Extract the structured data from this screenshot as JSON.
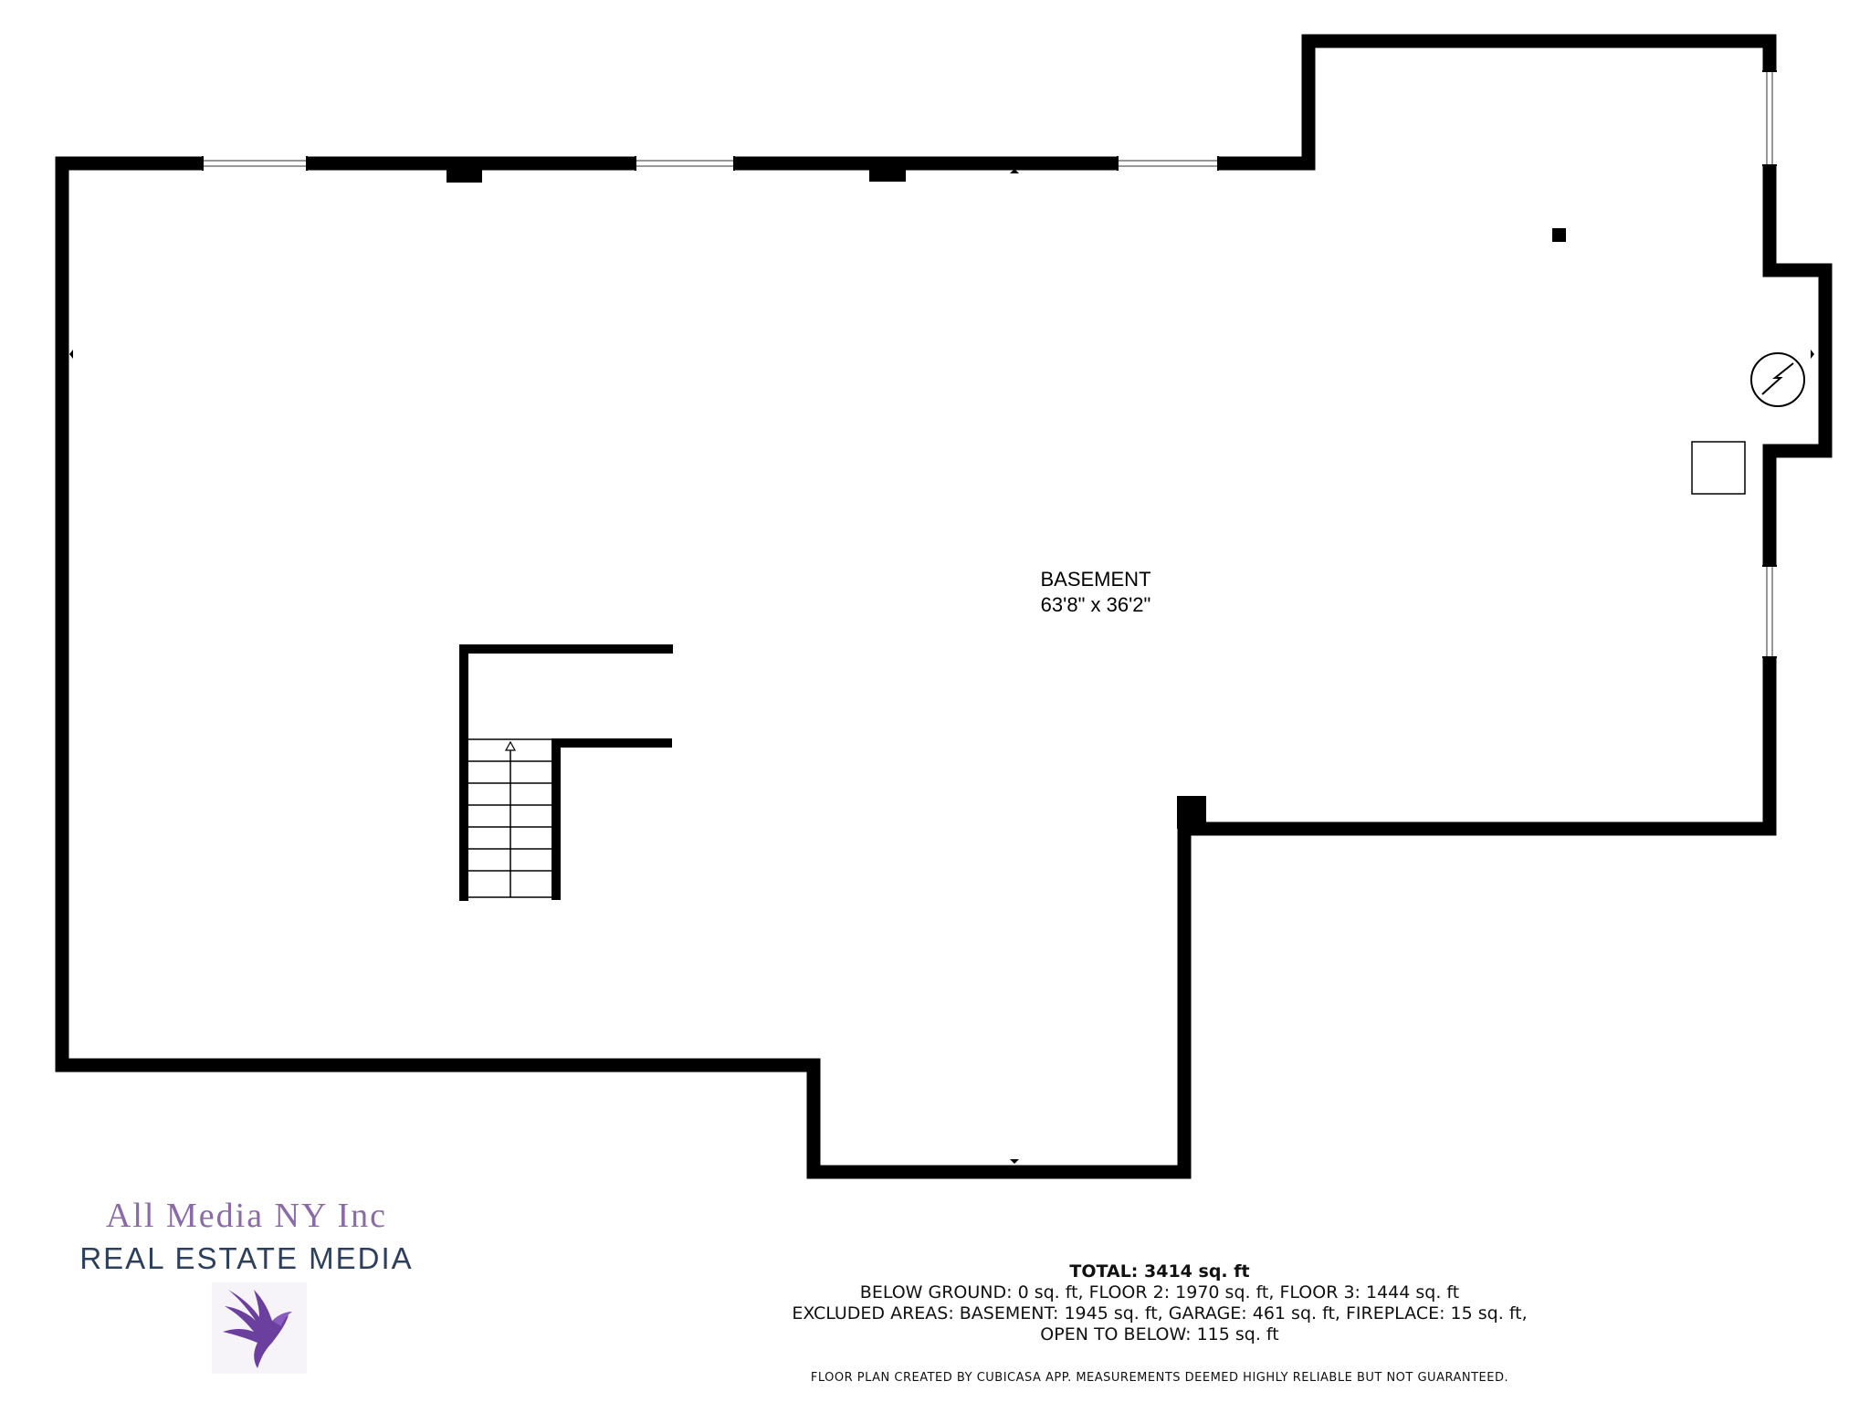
{
  "room": {
    "name": "BASEMENT",
    "dimensions": "63'8\" x 36'2\""
  },
  "logo": {
    "line1": "All Media NY Inc",
    "line2": "REAL ESTATE MEDIA",
    "icon": "phoenix-bird-icon",
    "colors": {
      "primary": "#8b6aa8",
      "secondary": "#2c3f5c",
      "bird": "#6b3f9e"
    }
  },
  "totals": {
    "total": "TOTAL: 3414 sq. ft",
    "line2": "BELOW GROUND: 0 sq. ft, FLOOR 2: 1970 sq. ft, FLOOR 3: 1444 sq. ft",
    "line3": "EXCLUDED AREAS: BASEMENT: 1945 sq. ft, GARAGE: 461 sq. ft, FIREPLACE: 15 sq. ft,",
    "line4": "OPEN TO BELOW: 115 sq. ft"
  },
  "disclaimer": "FLOOR PLAN CREATED BY CUBICASA APP. MEASUREMENTS DEEMED HIGHLY RELIABLE BUT NOT GUARANTEED.",
  "colors": {
    "wall": "#000000",
    "background": "#ffffff"
  }
}
